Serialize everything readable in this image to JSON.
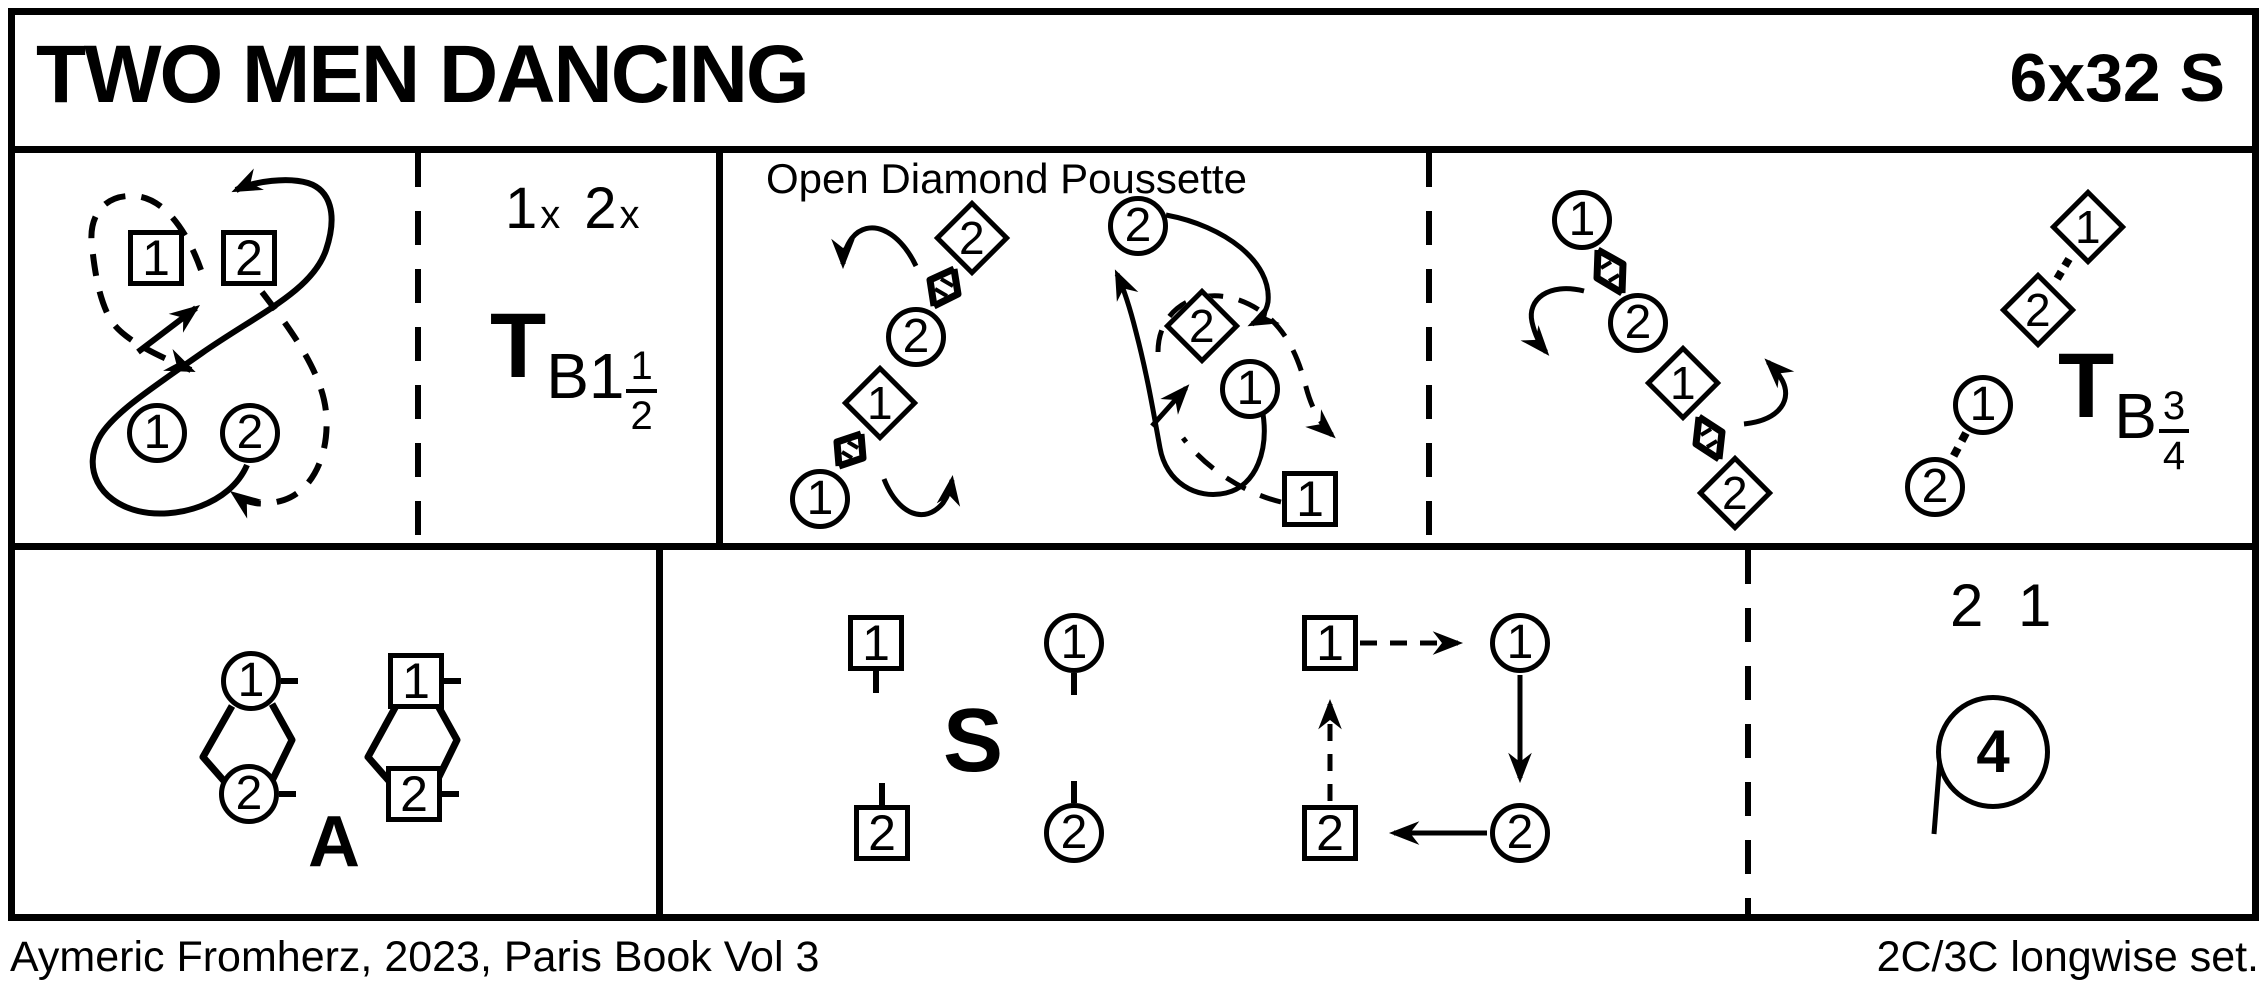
{
  "header": {
    "title": "TWO MEN DANCING",
    "tune_info": "6x32 S"
  },
  "footer": {
    "credit": "Aymeric Fromherz, 2023, Paris Book Vol 3",
    "set_info": "2C/3C longwise set."
  },
  "loops_figure": {
    "square1": "1",
    "square2": "2",
    "circle1": "1",
    "circle2": "2"
  },
  "ending_order": {
    "c1": "1",
    "x1": "x",
    "c2": "2",
    "x2": "x"
  },
  "turn_half": {
    "symbol": "T",
    "sub": "B1",
    "num": "1",
    "den": "2"
  },
  "poussette": {
    "caption": "Open Diamond Poussette",
    "phase1": {
      "diamond2": "2",
      "circle2": "2",
      "diamond1": "1",
      "circle1": "1"
    },
    "phase2": {
      "circle2": "2",
      "diamond2": "2",
      "circle1": "1",
      "square1": "1"
    },
    "phase3": {
      "circle1": "1",
      "circle2": "2",
      "diamond1": "1",
      "diamond2": "2"
    },
    "phase4": {
      "diamond1": "1",
      "diamond2": "2",
      "circle1": "1",
      "circle2": "2"
    }
  },
  "turn_three_quarter": {
    "symbol": "T",
    "sub": "B",
    "num": "3",
    "den": "4"
  },
  "allemande": {
    "label": "A",
    "circle1": "1",
    "circle2": "2",
    "square1": "1",
    "square2": "2"
  },
  "setting": {
    "label": "S",
    "square1": "1",
    "square2": "2",
    "circle1": "1",
    "circle2": "2"
  },
  "chase": {
    "square1": "1",
    "square2": "2",
    "circle1": "1",
    "circle2": "2"
  },
  "finale": {
    "order": "2 1",
    "hands_round": "4"
  }
}
